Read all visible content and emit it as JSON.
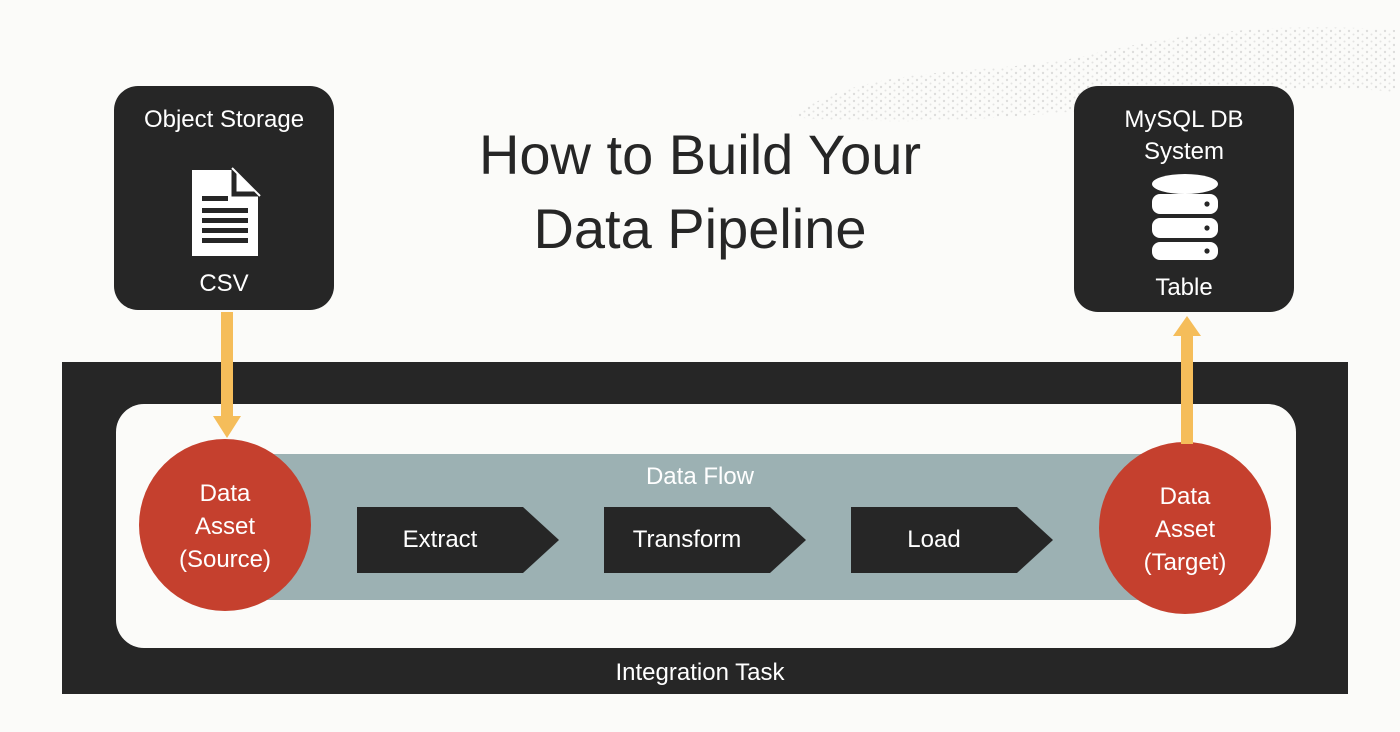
{
  "title": {
    "line1": "How to Build Your",
    "line2": "Data Pipeline"
  },
  "source_box": {
    "title": "Object Storage",
    "icon": "document-icon",
    "label": "CSV"
  },
  "target_box": {
    "title_line1": "MySQL DB",
    "title_line2": "System",
    "icon": "database-icon",
    "label": "Table"
  },
  "data_flow": {
    "label": "Data Flow",
    "steps": [
      "Extract",
      "Transform",
      "Load"
    ]
  },
  "source_asset": {
    "line1": "Data",
    "line2": "Asset",
    "line3": "(Source)"
  },
  "target_asset": {
    "line1": "Data",
    "line2": "Asset",
    "line3": "(Target)"
  },
  "integration_task": {
    "label": "Integration Task"
  },
  "colors": {
    "background": "#fbfbf9",
    "dark": "#262626",
    "asset_red": "#c5402e",
    "flow_band": "#9cb1b3",
    "arrow": "#f5bd5a"
  }
}
